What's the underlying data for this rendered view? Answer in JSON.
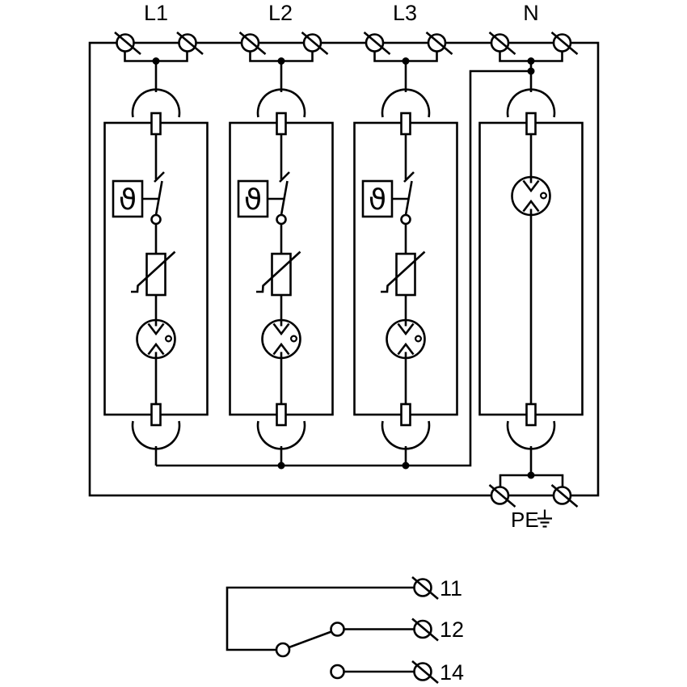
{
  "labels": {
    "phases": [
      "L1",
      "L2",
      "L3",
      "N"
    ],
    "earth": "PE",
    "aux": [
      "11",
      "12",
      "14"
    ],
    "thermal": "ϑ"
  },
  "colors": {
    "ink": "#000000",
    "background": "#ffffff"
  },
  "icons": {
    "terminal": "screw-terminal-circle-slash",
    "spark_gap": "gas-discharge-tube-spark-gap",
    "varistor": "varistor-rect-diagonal",
    "thermal_switch": "thermal-disconnector-switch",
    "plug_contact": "plug-in-module-contact",
    "earth": "earth-ground-symbol",
    "changeover_contact": "aux-changeover-switch"
  }
}
